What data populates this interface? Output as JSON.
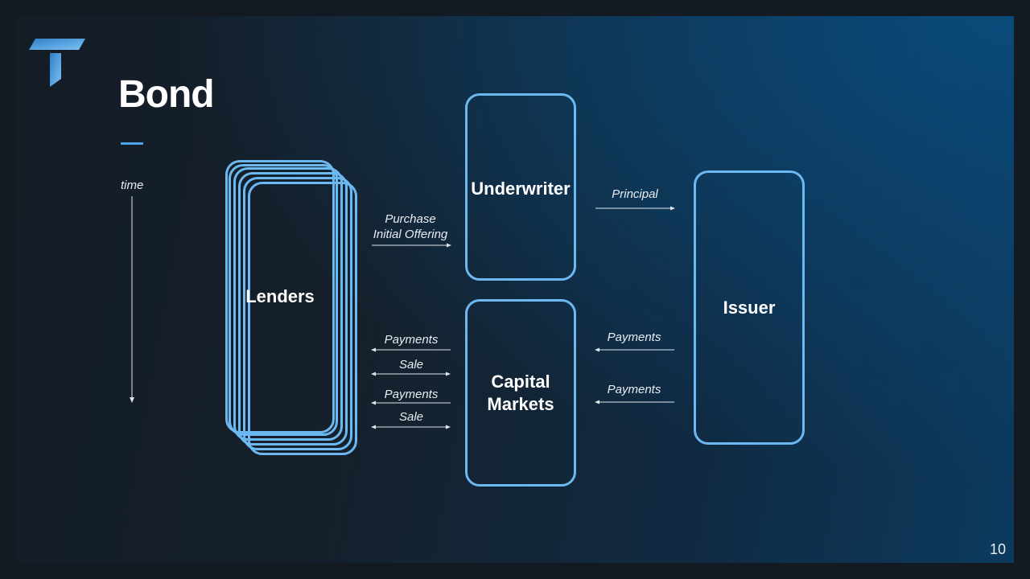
{
  "slide": {
    "title": "Bond",
    "page_number": "10",
    "time_label": "time"
  },
  "nodes": {
    "lenders": "Lenders",
    "underwriter": "Underwriter",
    "capital_markets": "Capital\nMarkets",
    "issuer": "Issuer"
  },
  "edges": {
    "purchase": "Purchase\nInitial Offering",
    "principal": "Principal",
    "lenders_payments_1": "Payments",
    "lenders_sale_1": "Sale",
    "lenders_payments_2": "Payments",
    "lenders_sale_2": "Sale",
    "issuer_payments_1": "Payments",
    "issuer_payments_2": "Payments"
  },
  "colors": {
    "accent": "#6cb8f0",
    "title_underline": "#4aa3e8"
  },
  "icons": {
    "logo": "t-logo-icon"
  }
}
